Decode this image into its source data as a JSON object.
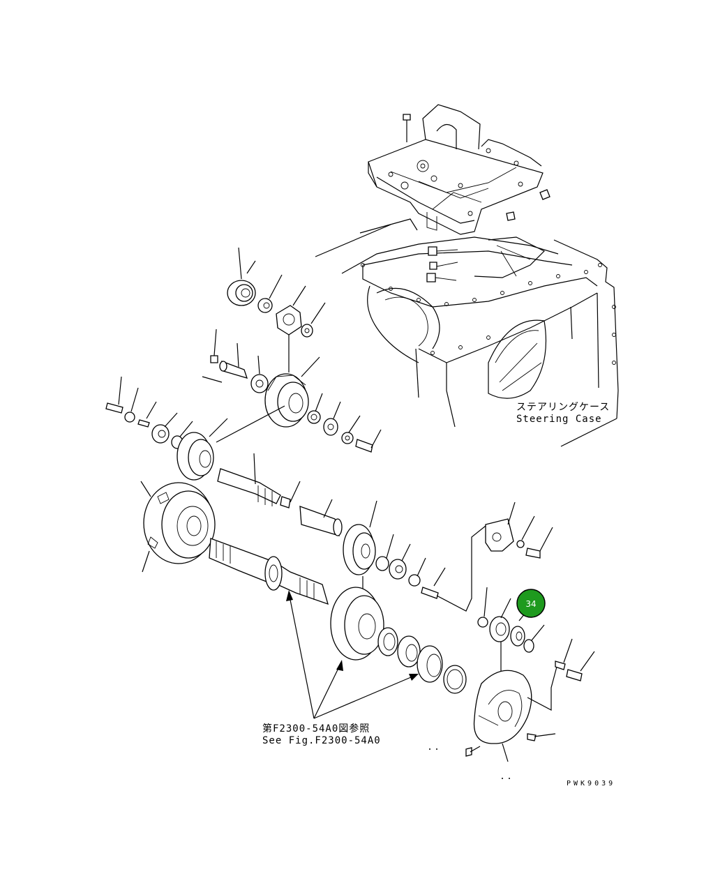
{
  "labels": {
    "steering_case_jp": "ステアリングケース",
    "steering_case_en": "Steering Case",
    "ref_jp": "第F2300-54A0図参照",
    "ref_en": "See Fig.F2300-54A0",
    "drawing_code": "PWK9039"
  },
  "callouts": [
    {
      "number": "34",
      "color": "#1e9a1e"
    }
  ]
}
